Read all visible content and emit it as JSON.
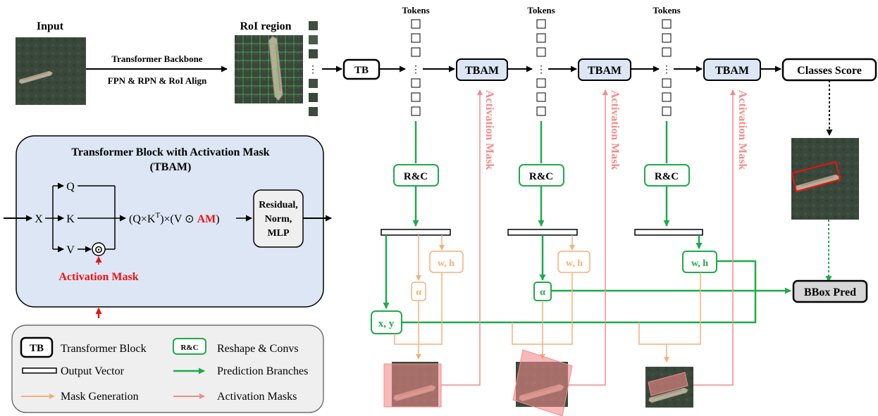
{
  "top": {
    "input_label": "Input",
    "backbone_line1": "Transformer Backbone",
    "backbone_line2": "FPN & RPN & RoI Align",
    "roi_label": "RoI region",
    "tb_label": "TB",
    "tokens_label": "Tokens",
    "tbam_label": "TBAM",
    "classes_score": "Classes Score",
    "activation_mask_vertical": "Activation Mask",
    "ellipsis": "⋮"
  },
  "tbam_panel": {
    "title_line1": "Transformer Block with Activation Mask",
    "title_line2": "(TBAM)",
    "x": "X",
    "q": "Q",
    "k": "K",
    "v": "V",
    "formula_part1": "(Q×K",
    "formula_sup": "T",
    "formula_part2": ")×(V ⊙ ",
    "formula_am": "AM",
    "formula_part3": ")",
    "odot": "⊙",
    "residual_line1": "Residual,",
    "residual_line2": "Norm,",
    "residual_line3": "MLP",
    "activation_mask": "Activation Mask"
  },
  "branches": {
    "rc_label": "R&C",
    "wh_label": "w, h",
    "alpha_label": "α",
    "xy_label": "x, y",
    "bbox_pred": "BBox Pred"
  },
  "legend": {
    "tb_key": "TB",
    "tb_text": "Transformer Block",
    "rc_key": "R&C",
    "rc_text": "Reshape & Convs",
    "output_vector": "Output Vector",
    "prediction_branches": "Prediction Branches",
    "mask_generation": "Mask Generation",
    "activation_masks": "Activation Masks"
  },
  "colors": {
    "green": "#1eaa4b",
    "orange": "#f3b07a",
    "pink": "#f28b8b",
    "red": "#ee1111",
    "tbam_fill": "#dde6f4",
    "panel_fill": "#dde6f4",
    "legend_fill": "#efefef",
    "gray_fill": "#d6d6d6"
  }
}
